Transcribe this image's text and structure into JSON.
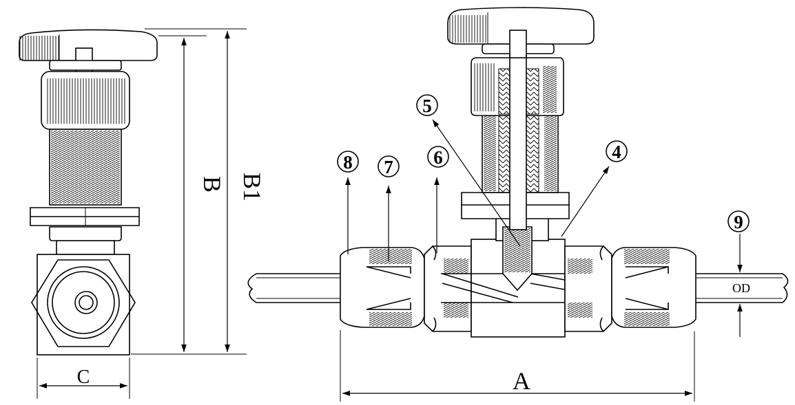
{
  "dimensions": {
    "A": "A",
    "B": "B",
    "B1": "B1",
    "C": "C",
    "OD": "OD"
  },
  "callouts": {
    "c4": "4",
    "c5": "5",
    "c6": "6",
    "c7": "7",
    "c8": "8",
    "c9": "9"
  }
}
